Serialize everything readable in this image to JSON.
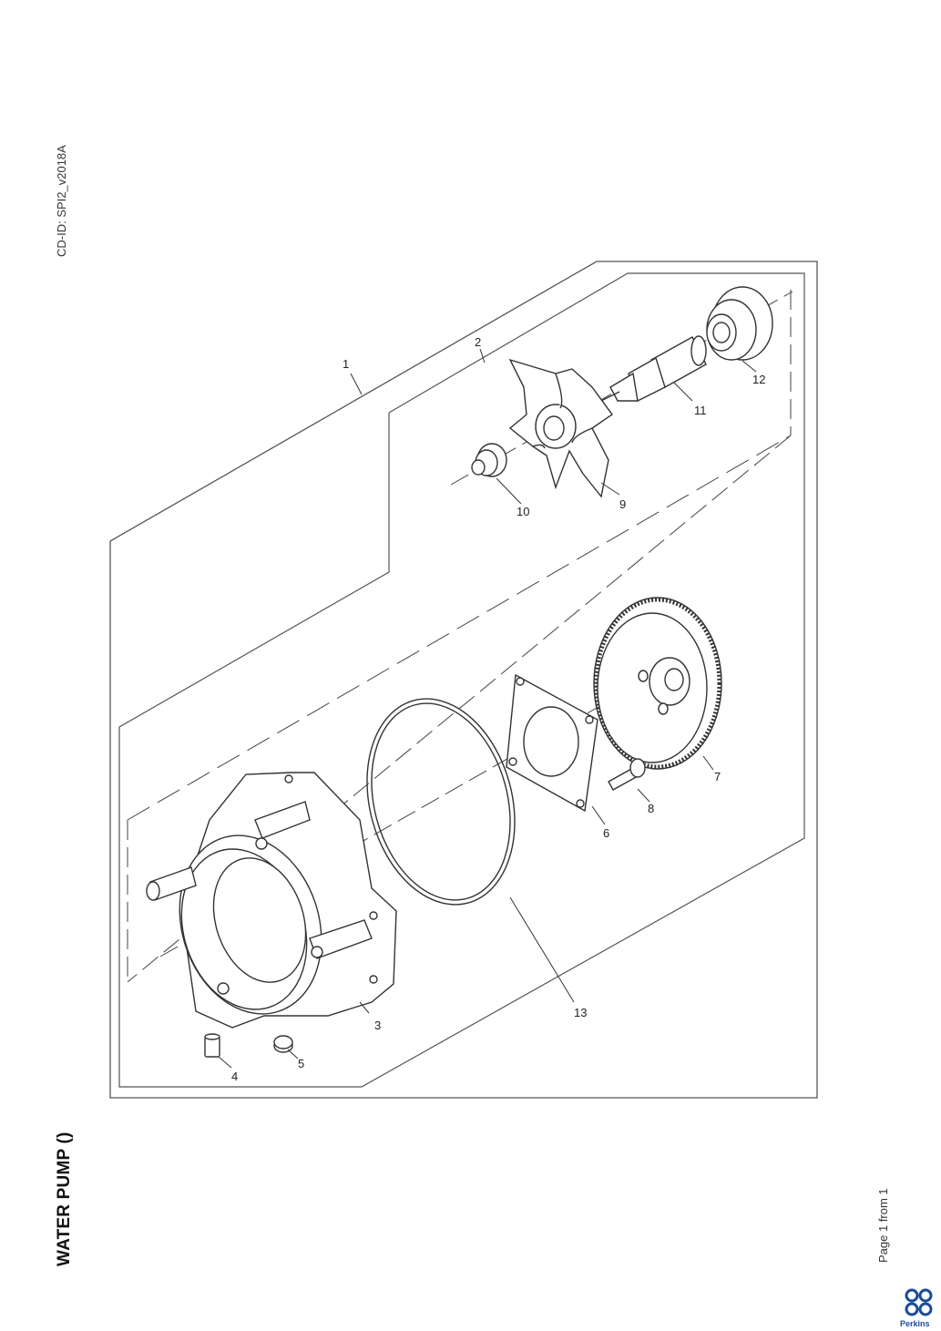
{
  "header": {
    "cd_id": "CD-ID: SPI2_v2018A"
  },
  "title": "WATER PUMP ()",
  "footer": {
    "page": "Page 1 from 1",
    "brand": "Perkins"
  },
  "diagram": {
    "callouts": {
      "c1": "1",
      "c2": "2",
      "c3": "3",
      "c4": "4",
      "c5": "5",
      "c6": "6",
      "c7": "7",
      "c8": "8",
      "c9": "9",
      "c10": "10",
      "c11": "11",
      "c12": "12",
      "c13": "13"
    }
  },
  "colors": {
    "line": "#333333",
    "frame": "#555555",
    "brand_blue": "#1b4b9a"
  }
}
